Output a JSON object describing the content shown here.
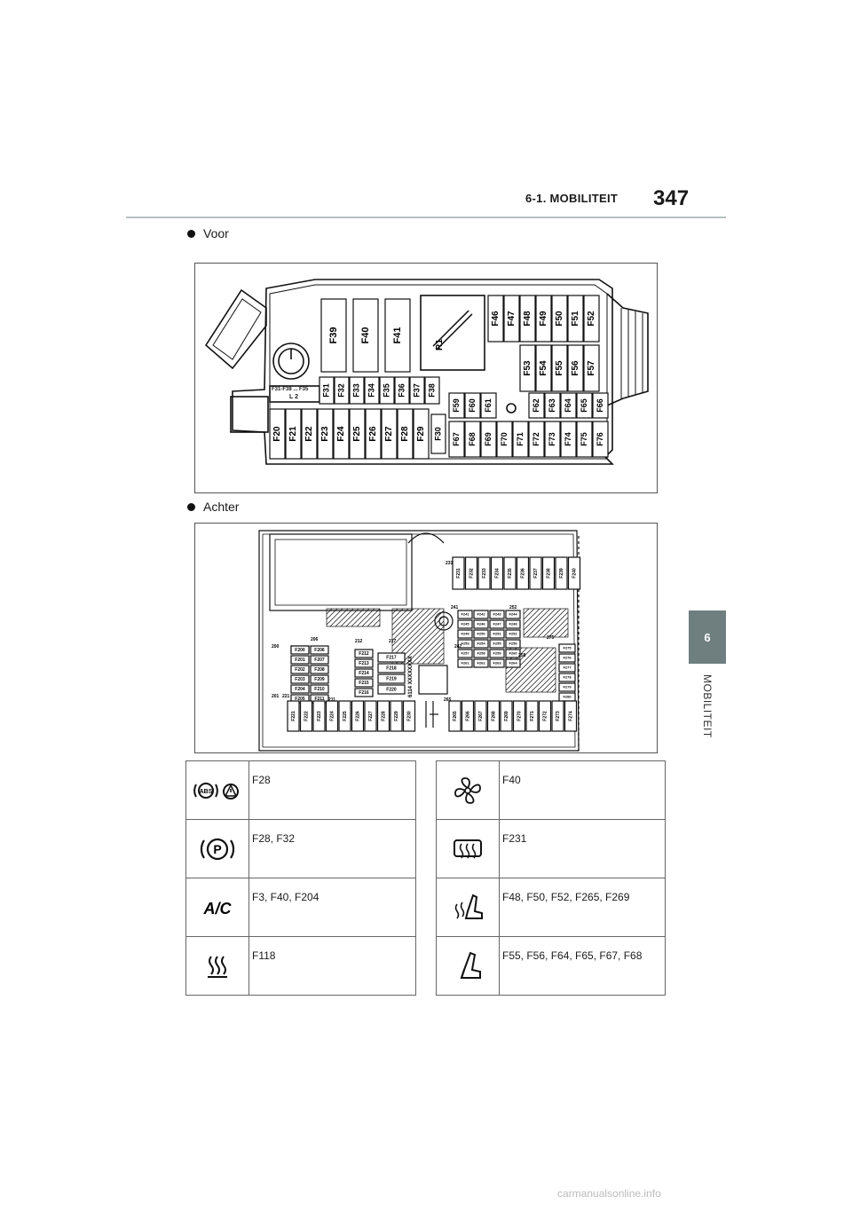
{
  "header": {
    "section": "6-1. MOBILITEIT",
    "page_number": "347"
  },
  "side_tab": {
    "number": "6",
    "label": "MOBILITEIT"
  },
  "sections": {
    "front": "Voor",
    "rear": "Achter"
  },
  "front_box": {
    "top_row": [
      "F46",
      "F47",
      "F48",
      "F49",
      "F50",
      "F51",
      "F52"
    ],
    "second_row": [
      "F53",
      "F54",
      "F55",
      "F56",
      "F57"
    ],
    "large": [
      "F39",
      "F40",
      "F41"
    ],
    "relay": "R1",
    "sticker_line1": "F31-F38 ... F35",
    "sticker_line2": "L 2",
    "mid_row": [
      "F31",
      "F32",
      "F33",
      "F34",
      "F35",
      "F36",
      "F37",
      "F38"
    ],
    "mid_right_a": [
      "F59",
      "F60",
      "F61"
    ],
    "mid_right_b": [
      "F62",
      "F63",
      "F64",
      "F65",
      "F66"
    ],
    "bottom_left": [
      "F20",
      "F21",
      "F22",
      "F23",
      "F24",
      "F25",
      "F26",
      "F27",
      "F28",
      "F29"
    ],
    "bottom_single": "F30",
    "bottom_right": [
      "F67",
      "F68",
      "F69",
      "F70",
      "F71",
      "F72",
      "F73",
      "F74",
      "F75",
      "F76"
    ]
  },
  "rear_box": {
    "top_right": [
      "F231",
      "F232",
      "F233",
      "F234",
      "F235",
      "F236",
      "F237",
      "F238",
      "F239",
      "F240"
    ],
    "left_col_a": [
      "F200",
      "F201",
      "F202",
      "F203",
      "F204",
      "F205"
    ],
    "left_col_b": [
      "F206",
      "F207",
      "F208",
      "F209",
      "F210",
      "F211"
    ],
    "mid_col_a": [
      "F212",
      "F213",
      "F214",
      "F215",
      "F216"
    ],
    "mid_col_b": [
      "F217",
      "F218",
      "F219",
      "F220"
    ],
    "center_grid": [
      "F241",
      "F242",
      "F243",
      "F244",
      "F245",
      "F246",
      "F247",
      "F248",
      "F249",
      "F250",
      "F251",
      "F252",
      "F253",
      "F254",
      "F255",
      "F256",
      "F257",
      "F258",
      "F259",
      "F260",
      "F261",
      "F262",
      "F263",
      "F264"
    ],
    "right_col": [
      "F275",
      "F276",
      "F277",
      "F278",
      "F279",
      "F280"
    ],
    "bottom_left": [
      "F221",
      "F222",
      "F223",
      "F224",
      "F225",
      "F226",
      "F227",
      "F228",
      "F229",
      "F230"
    ],
    "bottom_right": [
      "F265",
      "F266",
      "F267",
      "F268",
      "F269",
      "F270",
      "F271",
      "F272",
      "F273",
      "F274"
    ],
    "labels": {
      "l200": "200",
      "l201": "201",
      "l206": "206",
      "l211": "211",
      "l212": "212",
      "l217": "217",
      "l221": "221",
      "l231": "231",
      "l241": "241",
      "l247": "247",
      "l252": "252",
      "l258": "258",
      "l275": "275",
      "l265": "265",
      "code": "6114 XXXXXXXX"
    }
  },
  "fuse_table": {
    "left": [
      {
        "icon": "abs-warning-icons",
        "fuses": "F28"
      },
      {
        "icon": "parking-brake-icon",
        "fuses": "F28, F32"
      },
      {
        "icon": "ac-icon",
        "fuses": "F3, F40, F204"
      },
      {
        "icon": "windshield-heater-icon",
        "fuses": "F118"
      }
    ],
    "right": [
      {
        "icon": "fan-icon",
        "fuses": "F40"
      },
      {
        "icon": "rear-defroster-icon",
        "fuses": "F231"
      },
      {
        "icon": "seat-heater-icon",
        "fuses": "F48, F50, F52, F265, F269"
      },
      {
        "icon": "seat-icon",
        "fuses": "F55, F56, F64, F65, F67, F68"
      }
    ],
    "ac_text": "A/C",
    "abs_text": "ABS",
    "p_text": "P"
  },
  "footer": "carmanualsonline.info"
}
